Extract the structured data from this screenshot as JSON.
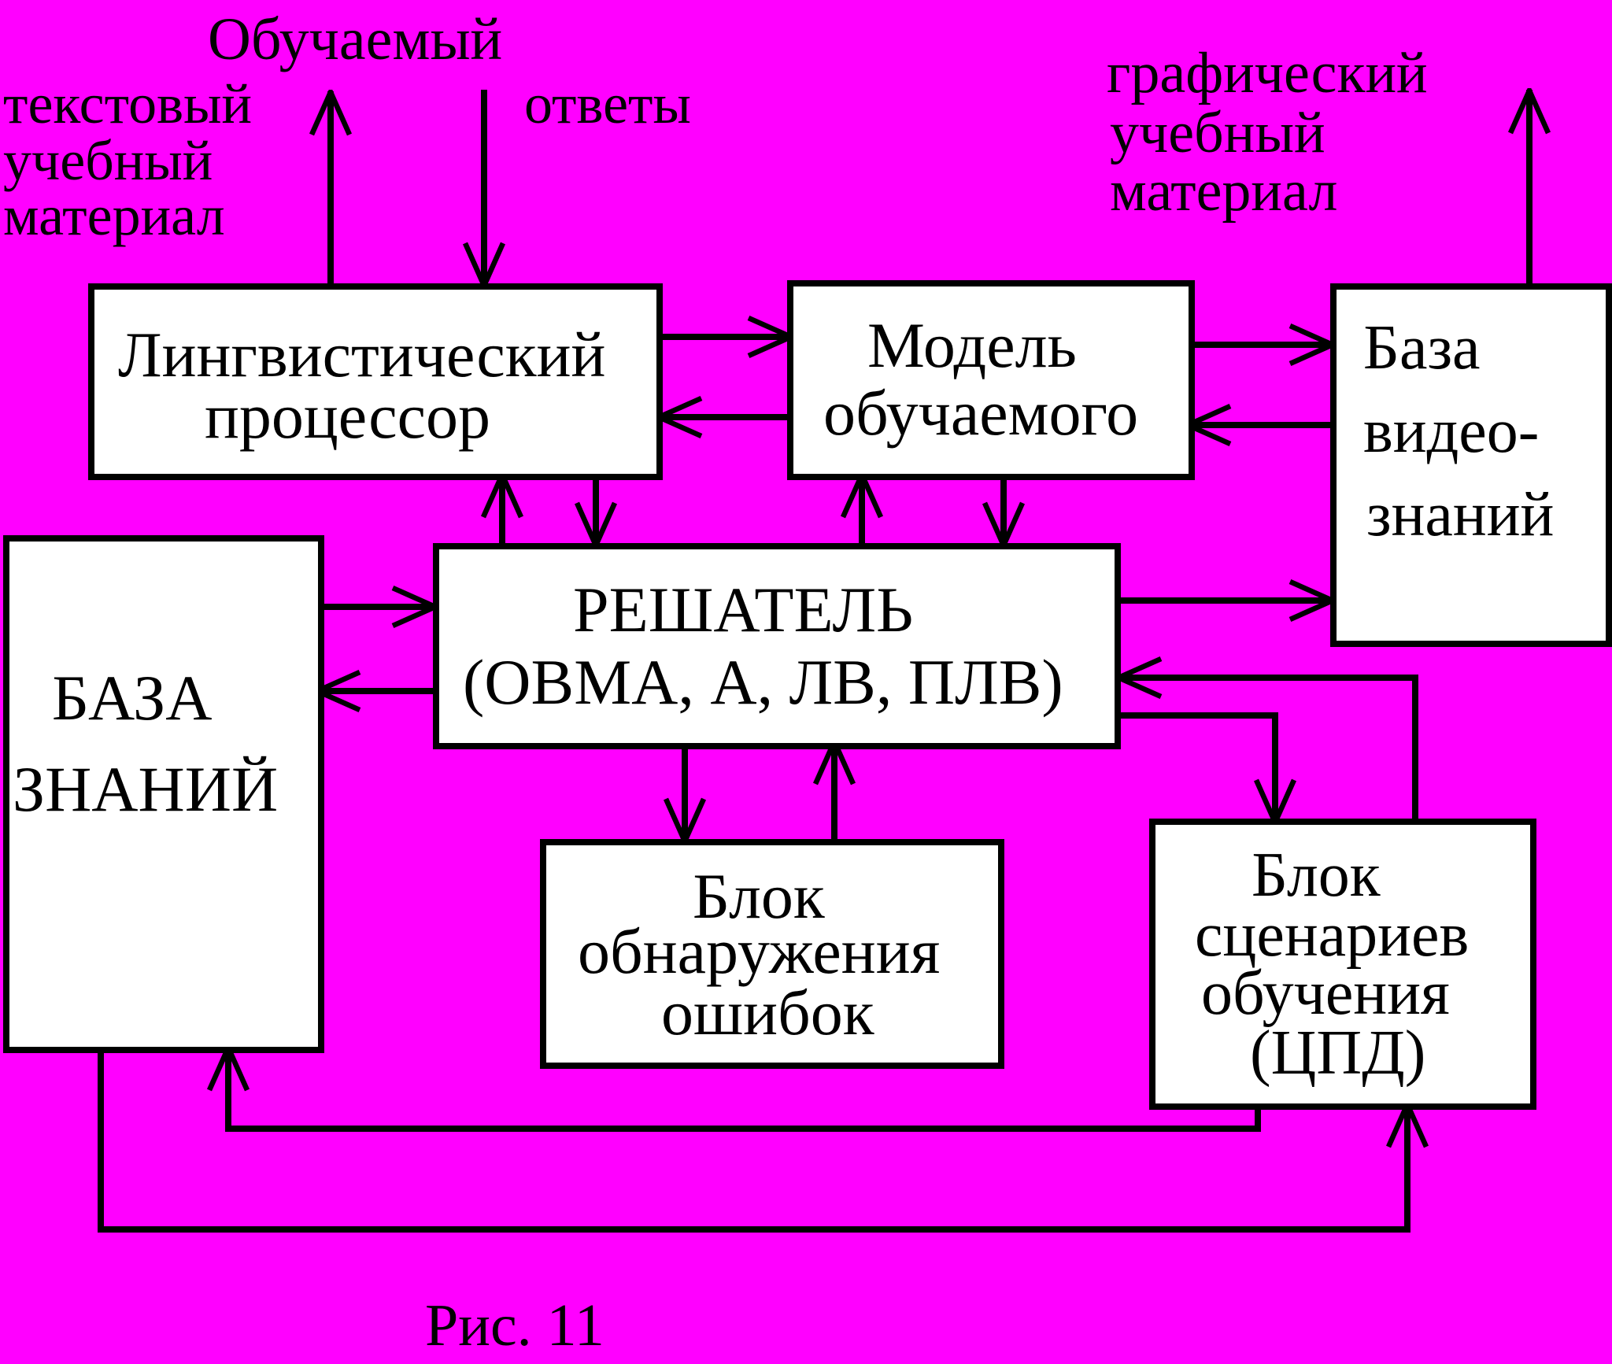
{
  "background_color": "#ff00ff",
  "labels": {
    "learner": "Обучаемый",
    "textual_line1": "текстовый",
    "textual_line2": "учебный",
    "textual_line3": "материал",
    "answers": "ответы",
    "graphic_line1": "графический",
    "graphic_line2": "учебный",
    "graphic_line3": "материал"
  },
  "boxes": {
    "linguistic": {
      "line1": "Лингвистический",
      "line2": "процессор"
    },
    "model": {
      "line1": "Модель",
      "line2": "обучаемого"
    },
    "video_kb": {
      "line1": "База",
      "line2": "видео-",
      "line3": "знаний"
    },
    "kb": {
      "line1": "БАЗА",
      "line2": "ЗНАНИЙ"
    },
    "solver": {
      "line1": "РЕШАТЕЛЬ",
      "line2": "(ОВМА, А, ЛВ, ПЛВ)"
    },
    "error": {
      "line1": "Блок",
      "line2": "обнаружения",
      "line3": "ошибок"
    },
    "scenario": {
      "line1": "Блок",
      "line2": "сценариев",
      "line3": "обучения",
      "line4": "(ЦПД)"
    }
  },
  "caption": "Рис. 11"
}
